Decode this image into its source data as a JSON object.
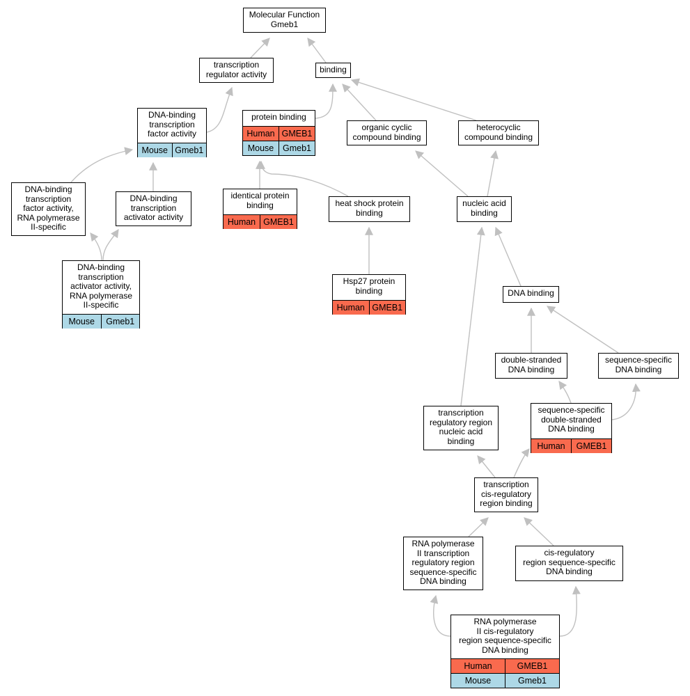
{
  "colors": {
    "human": "#f96a4e",
    "mouse": "#add8e6",
    "edge": "#c0c0c0"
  },
  "nodes": {
    "mf": {
      "label": "Molecular Function\nGmeb1"
    },
    "tra": {
      "label": "transcription\nregulator activity"
    },
    "bind": {
      "label": "binding"
    },
    "dbtf": {
      "label": "DNA-binding\ntranscription\nfactor activity",
      "rows": [
        [
          "Mouse",
          "Gmeb1"
        ]
      ]
    },
    "pb": {
      "label": "protein binding",
      "rows": [
        [
          "Human",
          "GMEB1"
        ],
        [
          "Mouse",
          "Gmeb1"
        ]
      ]
    },
    "ocb": {
      "label": "organic cyclic\ncompound binding"
    },
    "hcb": {
      "label": "heterocyclic\ncompound binding"
    },
    "dbtf2": {
      "label": "DNA-binding\ntranscription\nfactor activity,\nRNA polymerase\nII-specific"
    },
    "dbta": {
      "label": "DNA-binding\ntranscription\nactivator activity"
    },
    "ipb": {
      "label": "identical protein\nbinding",
      "rows": [
        [
          "Human",
          "GMEB1"
        ]
      ]
    },
    "hspb": {
      "label": "heat shock protein\nbinding"
    },
    "nab": {
      "label": "nucleic acid\nbinding"
    },
    "dbta2": {
      "label": "DNA-binding\ntranscription\nactivator activity,\nRNA polymerase\nII-specific",
      "rows": [
        [
          "Mouse",
          "Gmeb1"
        ]
      ]
    },
    "hsp27": {
      "label": "Hsp27 protein\nbinding",
      "rows": [
        [
          "Human",
          "GMEB1"
        ]
      ]
    },
    "dnab": {
      "label": "DNA binding"
    },
    "dsdb": {
      "label": "double-stranded\nDNA binding"
    },
    "ssdb": {
      "label": "sequence-specific\nDNA binding"
    },
    "trrnab": {
      "label": "transcription\nregulatory region\nnucleic acid\nbinding"
    },
    "ssdsdb": {
      "label": "sequence-specific\ndouble-stranded\nDNA binding",
      "rows": [
        [
          "Human",
          "GMEB1"
        ]
      ]
    },
    "tcrb": {
      "label": "transcription\ncis-regulatory\nregion binding"
    },
    "rnap2": {
      "label": "RNA polymerase\nII transcription\nregulatory region\nsequence-specific\nDNA binding"
    },
    "crssdb": {
      "label": "cis-regulatory\nregion sequence-specific\nDNA binding"
    },
    "rnap2cr": {
      "label": "RNA polymerase\nII cis-regulatory\nregion sequence-specific\nDNA binding",
      "rows": [
        [
          "Human",
          "GMEB1"
        ],
        [
          "Mouse",
          "Gmeb1"
        ]
      ]
    }
  }
}
